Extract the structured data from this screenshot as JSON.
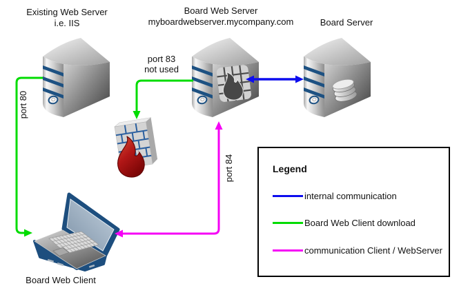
{
  "diagram": {
    "nodes": {
      "existing_web_server": {
        "title": "Existing Web Server",
        "subtitle": "i.e. IIS"
      },
      "board_web_server": {
        "title": "Board Web Server",
        "subtitle": "myboardwebserver.mycompany.com"
      },
      "board_server": {
        "title": "Board Server"
      },
      "board_web_client": {
        "title": "Board Web Client"
      }
    },
    "labels": {
      "port80": "port 80",
      "port83_line1": "port 83",
      "port83_line2": "not used",
      "port84": "port 84"
    },
    "icons": {
      "existing_web_server": "server-tower-icon",
      "board_web_server": "server-tower-icon",
      "board_web_server_badge": "board-logo-icon",
      "board_server": "server-tower-icon",
      "board_server_badge": "database-icon",
      "firewall": "firewall-brick-flame-icon",
      "board_web_client": "laptop-icon"
    },
    "colors": {
      "internal_communication": "#0d0dee",
      "web_client_download": "#00dc00",
      "client_webserver": "#f500f5",
      "server_stripe_blue": "#1d5182",
      "firewall_mortar_blue": "#2a5f9f",
      "flame_red": "#b21717",
      "laptop_blue": "#1d4e7e"
    }
  },
  "legend": {
    "title": "Legend",
    "items": [
      {
        "label": "internal communication",
        "color": "#0d0dee"
      },
      {
        "label": "Board Web Client download",
        "color": "#00dc00"
      },
      {
        "label": "communication Client / WebServer",
        "color": "#f500f5"
      }
    ]
  }
}
